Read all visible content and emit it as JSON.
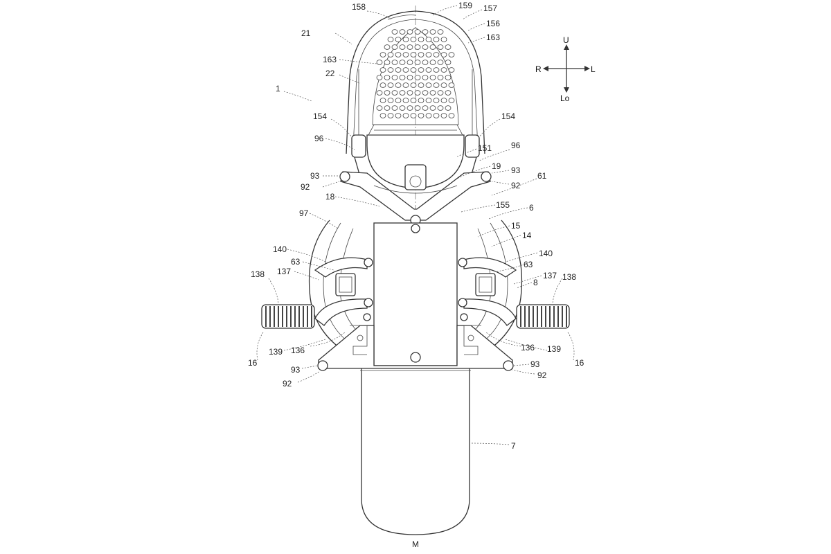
{
  "figure": {
    "centerline_label": "M",
    "direction_indicator": {
      "up": "U",
      "down": "Lo",
      "left": "R",
      "right": "L"
    },
    "reference_numerals": {
      "n158": "158",
      "n159": "159",
      "n157": "157",
      "n156": "156",
      "n163a": "163",
      "n163b": "163",
      "n21": "21",
      "n22": "22",
      "n1": "1",
      "n154L": "154",
      "n154R": "154",
      "n96L": "96",
      "n96R": "96",
      "n151": "151",
      "n93a": "93",
      "n92a": "92",
      "n19": "19",
      "n93b": "93",
      "n92b": "92",
      "n61": "61",
      "n18": "18",
      "n155": "155",
      "n6": "6",
      "n97": "97",
      "n15": "15",
      "n14": "14",
      "n140L": "140",
      "n140R": "140",
      "n63L": "63",
      "n63R": "63",
      "n137L": "137",
      "n137R": "137",
      "n8": "8",
      "n138L": "138",
      "n138R": "138",
      "n139L": "139",
      "n136L": "136",
      "n136R": "136",
      "n139R": "139",
      "n16L": "16",
      "n16R": "16",
      "n93c": "93",
      "n92c": "92",
      "n93d": "93",
      "n92d": "92",
      "n7": "7"
    }
  }
}
